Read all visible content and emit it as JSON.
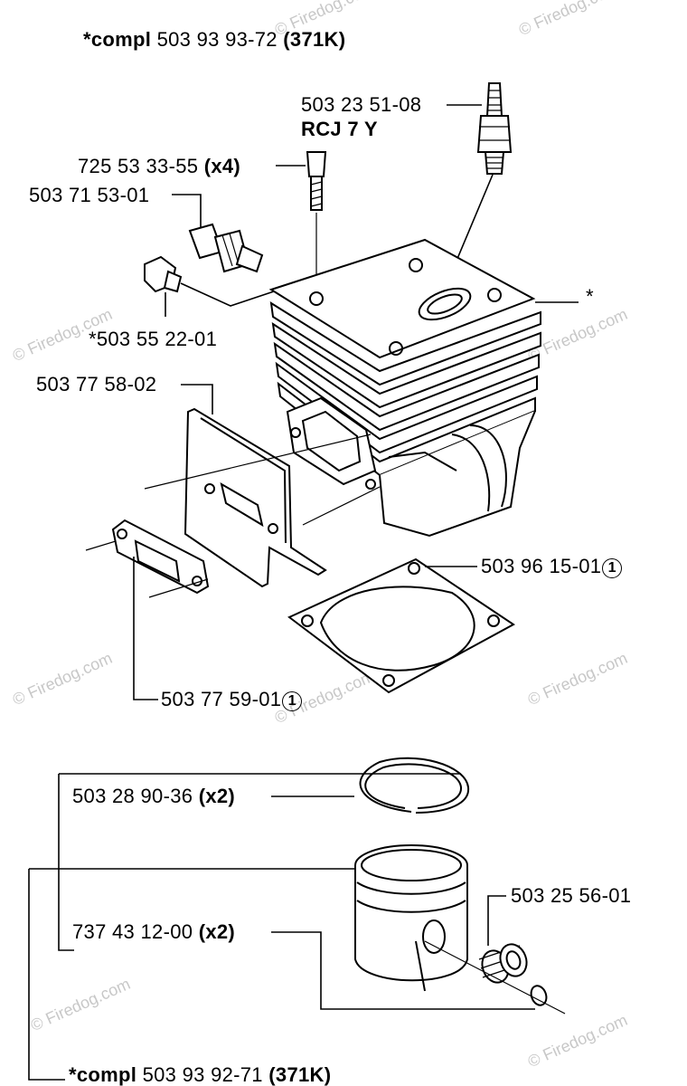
{
  "header": {
    "prefix": "*compl",
    "part": "503 93 93-72",
    "model": "(371K)"
  },
  "footer": {
    "prefix": "*compl",
    "part": "503 93 92-71",
    "model": "(371K)"
  },
  "parts": [
    {
      "part": "503 23 51-08",
      "note": "RCJ 7 Y",
      "component": "spark-plug"
    },
    {
      "part": "725 53 33-55",
      "qty": "(x4)",
      "component": "bolt"
    },
    {
      "part": "503 71 53-01",
      "component": "decompression-valve"
    },
    {
      "part": "*503 55 22-01",
      "component": "plug-screw"
    },
    {
      "part": "503 77 58-02",
      "component": "heat-shield"
    },
    {
      "part": "503 96 15-01",
      "mark": "1",
      "component": "cylinder-gasket"
    },
    {
      "part": "503 77 59-01",
      "mark": "1",
      "component": "exhaust-gasket"
    },
    {
      "part": "503 28 90-36",
      "qty": "(x2)",
      "component": "piston-ring"
    },
    {
      "part": "503 25 56-01",
      "component": "needle-bearing"
    },
    {
      "part": "737 43 12-00",
      "qty": "(x2)",
      "component": "circlip"
    }
  ],
  "cylinder_mark": "*",
  "watermark": "© Firedog.com"
}
